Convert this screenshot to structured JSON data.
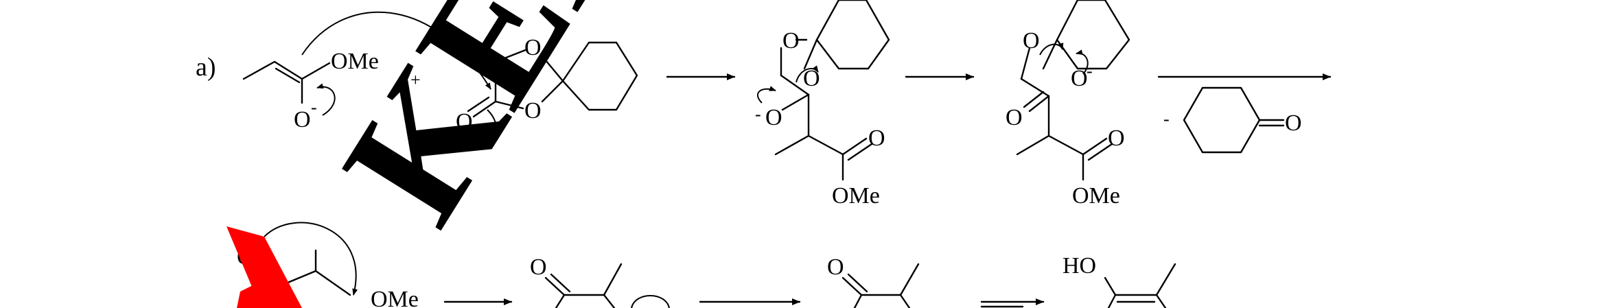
{
  "panel_label": "a)",
  "atoms": {
    "O": "O",
    "OMe": "OMe",
    "HO": "HO"
  },
  "charges": {
    "minus": "−",
    "minus_short": "-",
    "plus": "+"
  },
  "watermark": {
    "text": "KEM",
    "color": "#ff0000"
  },
  "colors": {
    "ink": "#000000",
    "background": "#ffffff"
  }
}
